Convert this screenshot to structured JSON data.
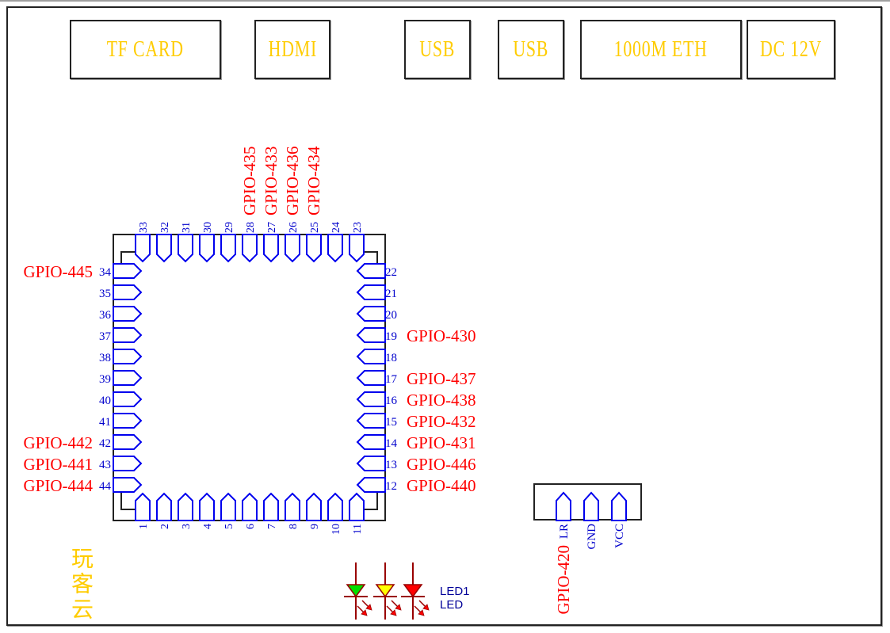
{
  "title": "Board GPIO pinout diagram",
  "colors": {
    "port_label": "#ffcc00",
    "gpio_label": "#ff0000",
    "pin_outline": "#0000ee",
    "pin_number": "#0000cc",
    "chip_outline": "#222222",
    "led_wire": "#990000",
    "led_green": "#00e000",
    "led_yellow": "#ffff00",
    "led_red": "#ff0000",
    "led_label": "#000099"
  },
  "ports": [
    {
      "id": "tf-card",
      "label": "TF CARD"
    },
    {
      "id": "hdmi",
      "label": "HDMI"
    },
    {
      "id": "usb-1",
      "label": "USB"
    },
    {
      "id": "usb-2",
      "label": "USB"
    },
    {
      "id": "eth",
      "label": "1000M ETH"
    },
    {
      "id": "dc",
      "label": "DC 12V"
    }
  ],
  "chip": {
    "bottom_pins": [
      "1",
      "2",
      "3",
      "4",
      "5",
      "6",
      "7",
      "8",
      "9",
      "10",
      "11"
    ],
    "right_pins": [
      "12",
      "13",
      "14",
      "15",
      "16",
      "17",
      "18",
      "19",
      "20",
      "21",
      "22"
    ],
    "top_pins": [
      "23",
      "24",
      "25",
      "26",
      "27",
      "28",
      "29",
      "30",
      "31",
      "32",
      "33"
    ],
    "left_pins": [
      "34",
      "35",
      "36",
      "37",
      "38",
      "39",
      "40",
      "41",
      "42",
      "43",
      "44"
    ],
    "gpio_labels": {
      "12": "GPIO-440",
      "13": "GPIO-446",
      "14": "GPIO-431",
      "15": "GPIO-432",
      "16": "GPIO-438",
      "17": "GPIO-437",
      "19": "GPIO-430",
      "25": "GPIO-434",
      "26": "GPIO-436",
      "27": "GPIO-433",
      "28": "GPIO-435",
      "34": "GPIO-445",
      "42": "GPIO-442",
      "43": "GPIO-441",
      "44": "GPIO-444"
    }
  },
  "header3": {
    "pins": [
      "LR",
      "GND",
      "VCC"
    ],
    "gpio_label": "GPIO-420"
  },
  "leds": {
    "colors": [
      "green",
      "yellow",
      "red"
    ],
    "label1": "LED1",
    "label2": "LED"
  },
  "logo": "玩客云"
}
